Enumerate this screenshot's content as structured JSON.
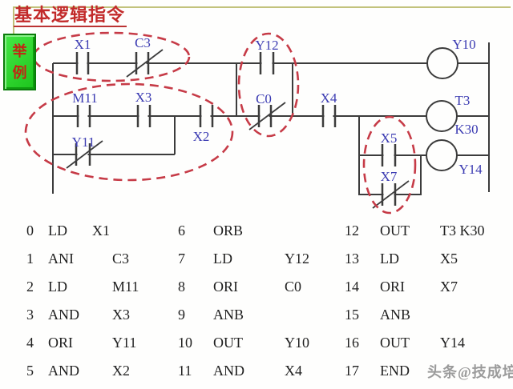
{
  "title": "基本逻辑指令",
  "example_badge": {
    "line1": "举",
    "line2": "例"
  },
  "ladder": {
    "x1": "X1",
    "c3": "C3",
    "y12": "Y12",
    "y10": "Y10",
    "m11": "M11",
    "x3": "X3",
    "c0": "C0",
    "x4": "X4",
    "t3": "T3",
    "k30": "K30",
    "y11": "Y11",
    "x2": "X2",
    "x5": "X5",
    "x7": "X7",
    "y14": "Y14"
  },
  "program": [
    {
      "step": "0",
      "op": "LD",
      "operand": "X1"
    },
    {
      "step": "1",
      "op": "ANI",
      "operand": "C3"
    },
    {
      "step": "2",
      "op": "LD",
      "operand": "M11"
    },
    {
      "step": "3",
      "op": "AND",
      "operand": "X3"
    },
    {
      "step": "4",
      "op": "ORI",
      "operand": "Y11"
    },
    {
      "step": "5",
      "op": "AND",
      "operand": "X2"
    },
    {
      "step": "6",
      "op": "ORB",
      "operand": ""
    },
    {
      "step": "7",
      "op": "LD",
      "operand": "Y12"
    },
    {
      "step": "8",
      "op": "ORI",
      "operand": "C0"
    },
    {
      "step": "9",
      "op": "ANB",
      "operand": ""
    },
    {
      "step": "10",
      "op": "OUT",
      "operand": "Y10"
    },
    {
      "step": "11",
      "op": "AND",
      "operand": "X4"
    },
    {
      "step": "12",
      "op": "OUT",
      "operand": "T3 K30"
    },
    {
      "step": "13",
      "op": "LD",
      "operand": "X5"
    },
    {
      "step": "14",
      "op": "ORI",
      "operand": "X7"
    },
    {
      "step": "15",
      "op": "ANB",
      "operand": ""
    },
    {
      "step": "16",
      "op": "OUT",
      "operand": "Y14"
    },
    {
      "step": "17",
      "op": "END",
      "operand": ""
    }
  ],
  "watermark": "头条@技成培训",
  "colors": {
    "title_red": "#c22a2a",
    "label_blue": "#3b3bb2",
    "line_dark": "#3c3c3c",
    "highlight_red": "#c63b47",
    "badge_green": "#1dc41d",
    "frame_olive": "#b9b96a"
  }
}
